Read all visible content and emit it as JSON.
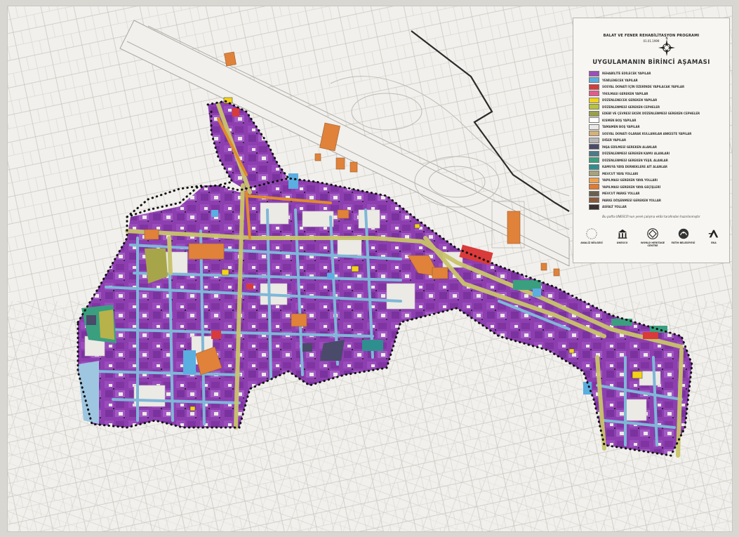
{
  "legend": {
    "project_title": "BALAT VE FENER REHABİLİTASYON PROGRAMI",
    "project_date": "01.01.1999",
    "north": "N",
    "title": "UYGULAMANIN BİRİNCİ AŞAMASI",
    "items": [
      {
        "label": "REHABİLİTE EDİLECEK YAPILAR",
        "color": "#9b4fb8"
      },
      {
        "label": "YENİLENECEK YAPILAR",
        "color": "#5aaee0"
      },
      {
        "label": "SOSYAL DONATI İÇİN ÜZERİNDE YAPILACAK YAPILAR",
        "color": "#d93a3a"
      },
      {
        "label": "YIKILMASI GEREKEN YAPILAR",
        "color": "#e65a8a"
      },
      {
        "label": "DÜZENLENECEK GEREKEN YAPILAR",
        "color": "#f2d21a"
      },
      {
        "label": "DÜZENLENMESİ GEREKEN CEPHELER",
        "color": "#b8c23a"
      },
      {
        "label": "EDEBİ VE ÇEVRESİ EKSİK DÜZENLENMESİ GEREKEN CEPHELER",
        "color": "#9aa04a"
      },
      {
        "label": "KISMEN BOŞ YAPILAR",
        "color": "#ffffff"
      },
      {
        "label": "TAMAMEN BOŞ YAPILAR",
        "color": "#e9e9e9"
      },
      {
        "label": "SOSYAL DONATI OLARAK KULLANILAN ANKESTE YAPILAR",
        "color": "#d4b07a"
      },
      {
        "label": "DİĞER YAPILAR",
        "color": "#b7b7b7"
      },
      {
        "label": "İNŞA EDİLMESİ GEREKEN ALANLAR",
        "color": "#4a4a6a"
      },
      {
        "label": "DÜZENLENMESİ GEREKEN KAMU ALANLARI",
        "color": "#4d7a8a"
      },
      {
        "label": "DÜZENLENMESİ GEREKEN YEŞİL ALANLAR",
        "color": "#3a9f7f"
      },
      {
        "label": "KAMUYA YAYA DERNEKLERE AİT ALANLAR",
        "color": "#2f8f8f"
      },
      {
        "label": "MEVCUT YAYA YOLLARI",
        "color": "#a8a27a"
      },
      {
        "label": "YAPILMASI GEREKEN YAYA YOLLARI",
        "color": "#f0a050"
      },
      {
        "label": "YAPILMASI GEREKEN YAYA GEÇİŞLERİ",
        "color": "#e67a2a"
      },
      {
        "label": "MEVCUT PARKE YOLLAR",
        "color": "#6a6050"
      },
      {
        "label": "PARKE DÖŞENMESİ GEREKEN YOLLAR",
        "color": "#8a5a3a"
      },
      {
        "label": "ASFALT YOLLAR",
        "color": "#3a3030"
      }
    ],
    "note": "Bu pafta UNESCO'nun yerel çalışma ekibi tarafından hazırlanmıştır",
    "logos": [
      {
        "label": "ANALİZ BÖLGESİ",
        "icon": "dotted-circle-icon"
      },
      {
        "label": "UNESCO",
        "icon": "unesco-icon"
      },
      {
        "label": "WORLD HERITAGE CENTRE",
        "icon": "world-heritage-icon"
      },
      {
        "label": "FATİH BELEDİYESİ",
        "icon": "fatih-municipality-icon"
      },
      {
        "label": "EKA",
        "icon": "eka-icon"
      }
    ]
  },
  "colors": {
    "paper": "#f1f0ec",
    "line": "#b9b7b0",
    "purple": "#8d3fb0",
    "blue_road": "#7fb7d8",
    "yellow_road": "#c9c46a",
    "orange": "#e0823a",
    "boundary": "#111111"
  }
}
